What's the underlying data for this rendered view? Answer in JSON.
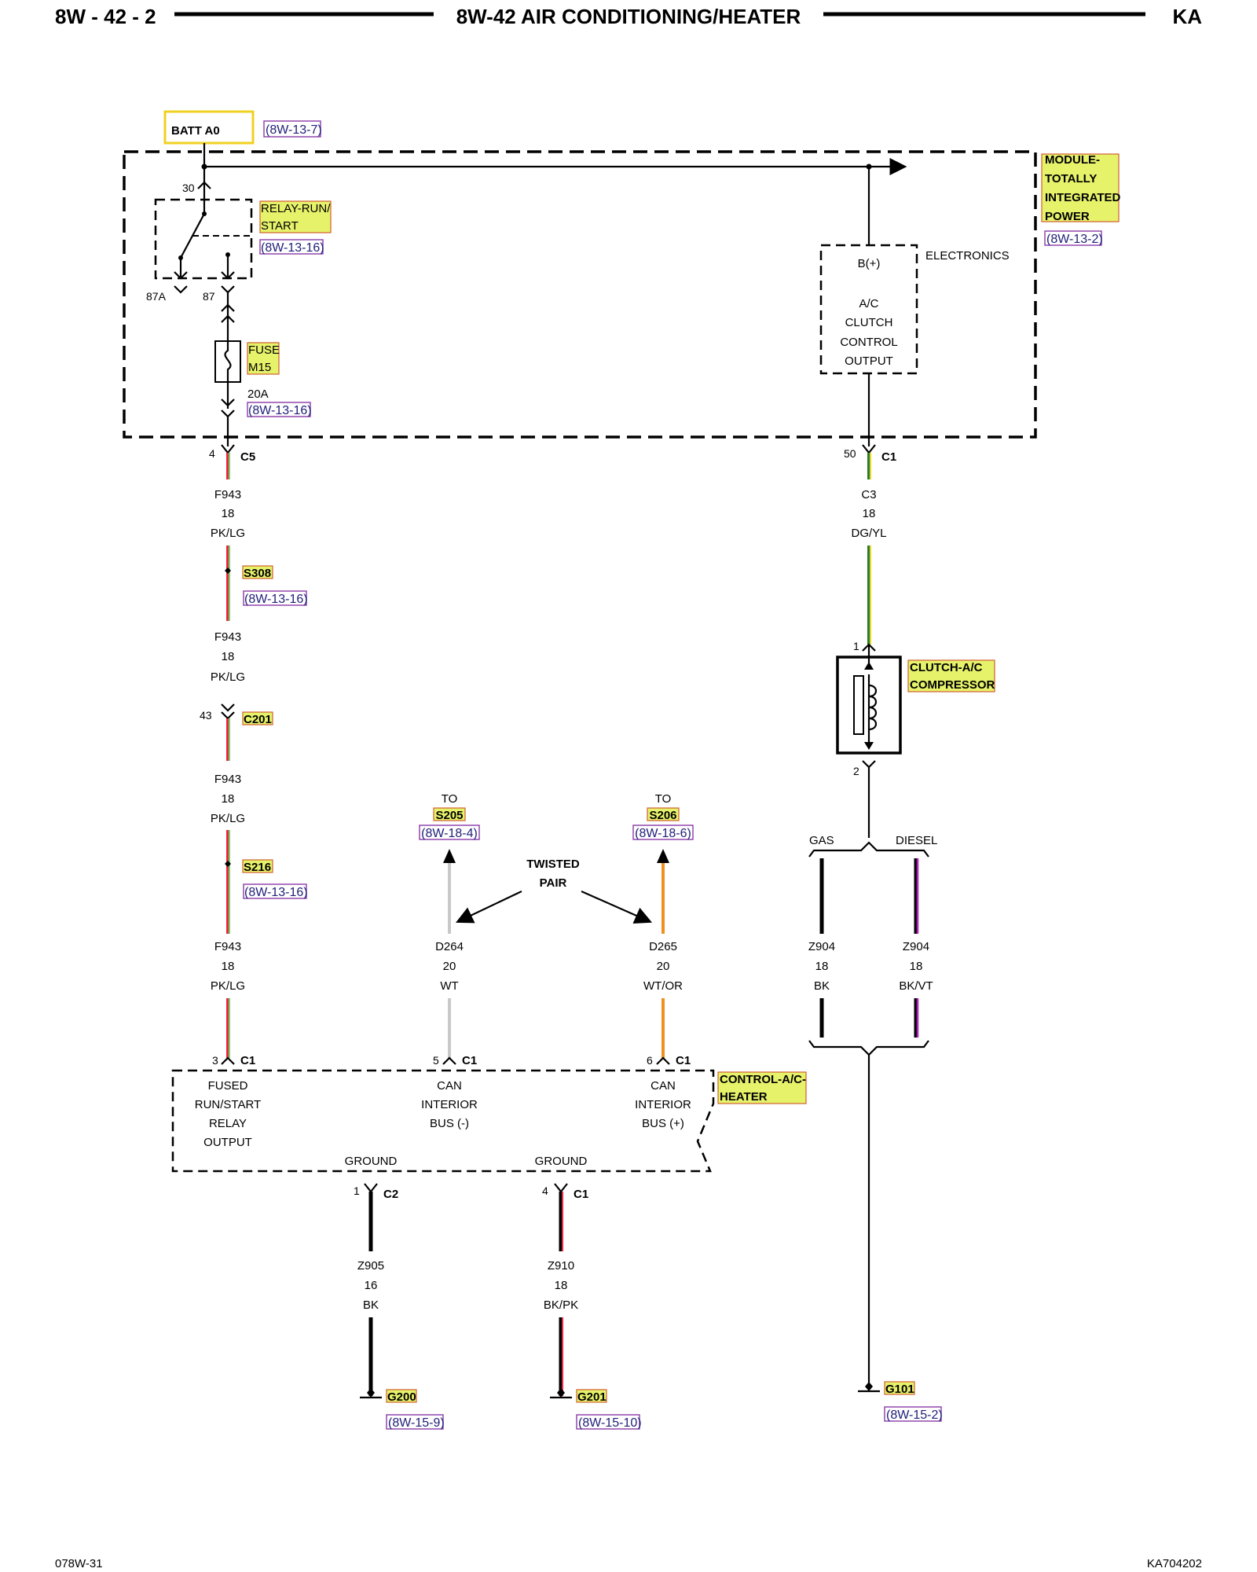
{
  "header": {
    "page_code": "8W - 42 - 2",
    "title": "8W-42 AIR CONDITIONING/HEATER",
    "model": "KA"
  },
  "footer": {
    "left_code": "078W-31",
    "right_code": "KA704202"
  },
  "power": {
    "source": "BATT A0",
    "source_ref": "(8W-13-7)"
  },
  "tipm": {
    "name_lines": [
      "MODULE-",
      "TOTALLY",
      "INTEGRATED",
      "POWER"
    ],
    "ref": "(8W-13-2)",
    "electronics_label": "ELECTRONICS",
    "bplus": "B(+)",
    "ac_output_lines": [
      "A/C",
      "CLUTCH",
      "CONTROL",
      "OUTPUT"
    ]
  },
  "relay": {
    "name_lines": [
      "RELAY-RUN/",
      "START"
    ],
    "ref": "(8W-13-16)",
    "pin_30": "30",
    "pin_87a": "87A",
    "pin_87": "87"
  },
  "fuse": {
    "name_lines": [
      "FUSE",
      "M15"
    ],
    "rating": "20A",
    "ref": "(8W-13-16)"
  },
  "connectors": {
    "c5": {
      "pin": "4",
      "name": "C5"
    },
    "c1_top": {
      "pin": "50",
      "name": "C1"
    },
    "c201": {
      "pin": "43",
      "name": "C201"
    },
    "clutch_pin1": "1",
    "clutch_pin2": "2",
    "hvac_pin3": {
      "pin": "3",
      "name": "C1"
    },
    "hvac_pin5": {
      "pin": "5",
      "name": "C1"
    },
    "hvac_pin6": {
      "pin": "6",
      "name": "C1"
    },
    "gnd_c2": {
      "pin": "1",
      "name": "C2"
    },
    "gnd_c1": {
      "pin": "4",
      "name": "C1"
    }
  },
  "splices": {
    "s308": {
      "name": "S308",
      "ref": "(8W-13-16)"
    },
    "s216": {
      "name": "S216",
      "ref": "(8W-13-16)"
    },
    "s205": {
      "to": "TO",
      "name": "S205",
      "ref": "(8W-18-4)"
    },
    "s206": {
      "to": "TO",
      "name": "S206",
      "ref": "(8W-18-6)"
    }
  },
  "wires": {
    "f943_a": {
      "circuit": "F943",
      "gauge": "18",
      "color": "PK/LG"
    },
    "f943_b": {
      "circuit": "F943",
      "gauge": "18",
      "color": "PK/LG"
    },
    "f943_c": {
      "circuit": "F943",
      "gauge": "18",
      "color": "PK/LG"
    },
    "f943_d": {
      "circuit": "F943",
      "gauge": "18",
      "color": "PK/LG"
    },
    "c3": {
      "circuit": "C3",
      "gauge": "18",
      "color": "DG/YL"
    },
    "d264": {
      "circuit": "D264",
      "gauge": "20",
      "color": "WT"
    },
    "d265": {
      "circuit": "D265",
      "gauge": "20",
      "color": "WT/OR"
    },
    "z904_gas": {
      "circuit": "Z904",
      "gauge": "18",
      "color": "BK"
    },
    "z904_diesel": {
      "circuit": "Z904",
      "gauge": "18",
      "color": "BK/VT"
    },
    "z905": {
      "circuit": "Z905",
      "gauge": "16",
      "color": "BK"
    },
    "z910": {
      "circuit": "Z910",
      "gauge": "18",
      "color": "BK/PK"
    }
  },
  "twisted_pair_lines": [
    "TWISTED",
    "PAIR"
  ],
  "variants": {
    "gas": "GAS",
    "diesel": "DIESEL"
  },
  "clutch": {
    "name_lines": [
      "CLUTCH-A/C",
      "COMPRESSOR"
    ]
  },
  "hvac": {
    "name_lines": [
      "CONTROL-A/C-",
      "HEATER"
    ],
    "fused_lines": [
      "FUSED",
      "RUN/START",
      "RELAY",
      "OUTPUT"
    ],
    "can_minus_lines": [
      "CAN",
      "INTERIOR",
      "BUS (-)"
    ],
    "can_plus_lines": [
      "CAN",
      "INTERIOR",
      "BUS (+)"
    ],
    "ground_1": "GROUND",
    "ground_2": "GROUND"
  },
  "grounds": {
    "g200": {
      "name": "G200",
      "ref": "(8W-15-9)"
    },
    "g201": {
      "name": "G201",
      "ref": "(8W-15-10)"
    },
    "g101": {
      "name": "G101",
      "ref": "(8W-15-2)"
    }
  },
  "wire_colors": {
    "pink": "#e8283c",
    "light_green": "#6fd36f",
    "dark_green": "#2c7a2c",
    "yellow": "#e8d820",
    "white": "#c8c8c8",
    "orange": "#f09020",
    "black": "#000000",
    "violet": "#b020c0",
    "label_highlight": "#e6f26a",
    "ref_outline": "#8a3aa8"
  }
}
